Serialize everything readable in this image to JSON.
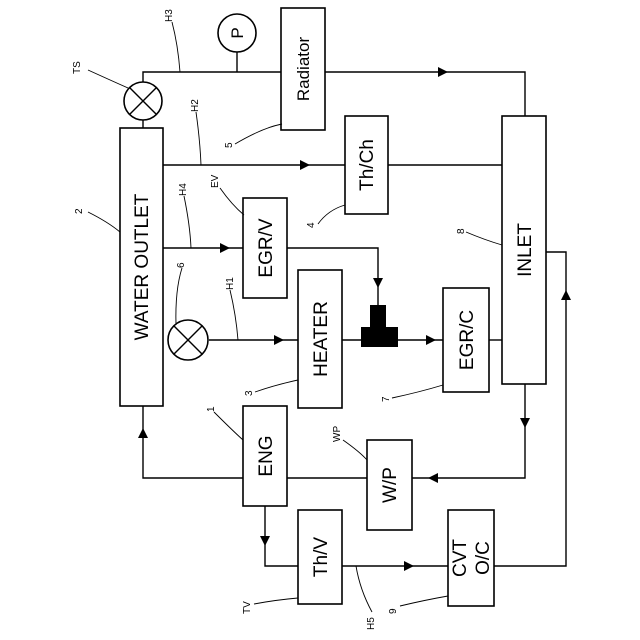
{
  "components": {
    "water_outlet": "WATER OUTLET",
    "radiator": "Radiator",
    "th_ch": "Th/Ch",
    "egr_v": "EGR/V",
    "heater": "HEATER",
    "egr_c": "EGR/C",
    "inlet": "INLET",
    "eng": "ENG",
    "w_p": "W/P",
    "th_v": "Th/V",
    "cvt_oc_line1": "CVT",
    "cvt_oc_line2": "O/C",
    "pump_gauge": "P"
  },
  "reference_labels": {
    "ts": "TS",
    "h3": "H3",
    "h2": "H2",
    "h4": "H4",
    "ev": "EV",
    "h1": "H1",
    "wp": "WP",
    "tv": "TV",
    "h5": "H5",
    "n2": "2",
    "n5": "5",
    "n4": "4",
    "n6": "6",
    "n8": "8",
    "n3": "3",
    "n7": "7",
    "n1": "1",
    "n9": "9"
  }
}
